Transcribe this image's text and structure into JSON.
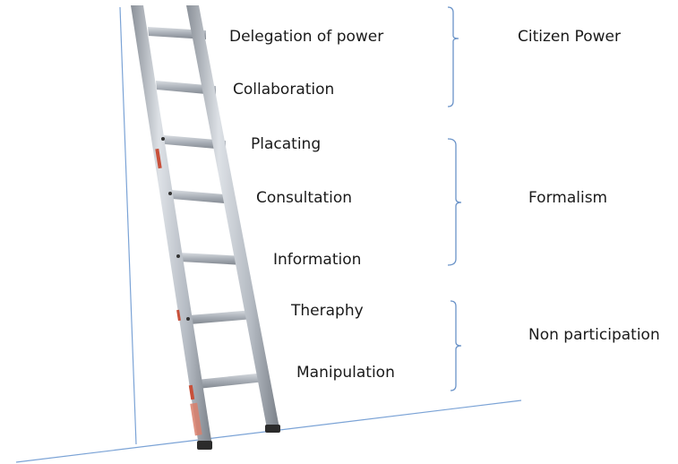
{
  "rungs": [
    "Delegation of power",
    "Collaboration",
    "Placating",
    "Consultation",
    "Information",
    "Theraphy",
    "Manipulation"
  ],
  "groups": [
    "Citizen Power",
    "Formalism",
    "Non participation"
  ],
  "colors": {
    "bracket": "#6a93c8",
    "guide_line": "#7ba3d6",
    "ladder_rail": "#b9bec5",
    "ladder_rail_shadow": "#7d838b",
    "ladder_rung": "#a9afb7",
    "ladder_accent": "#c8503a",
    "text": "#1a1a1a"
  }
}
